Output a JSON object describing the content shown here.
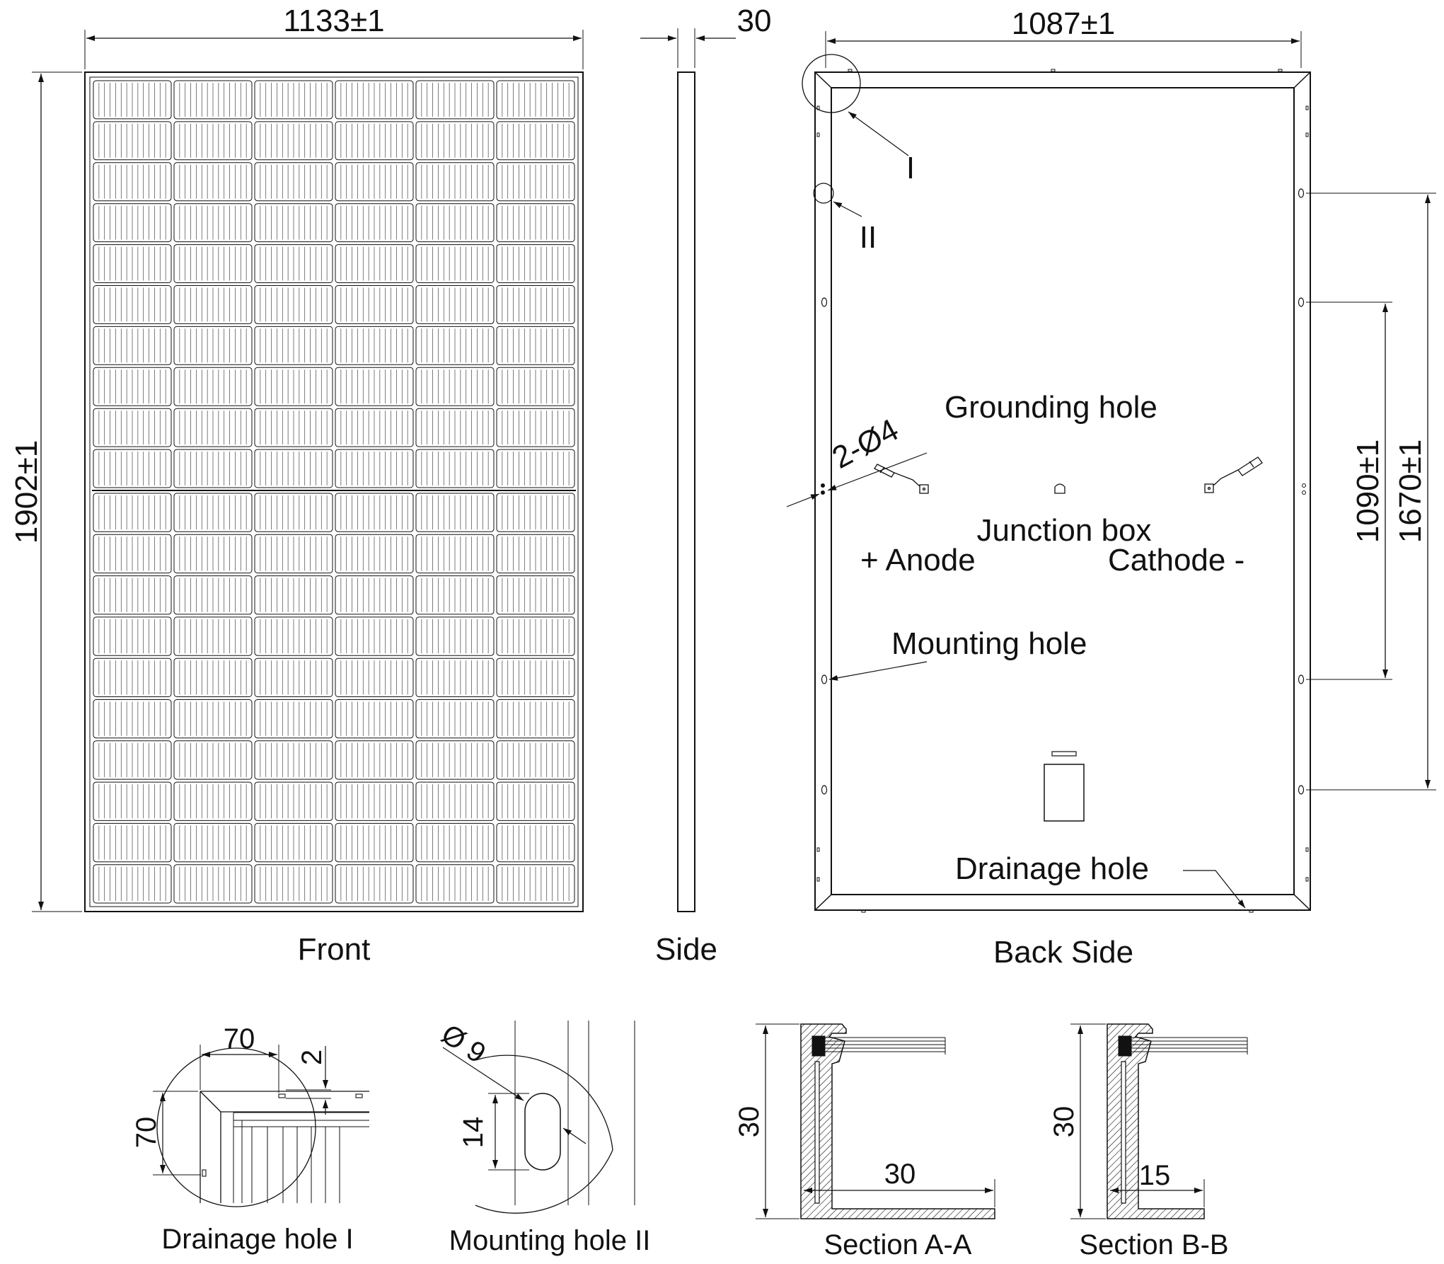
{
  "views": {
    "front": "Front",
    "side": "Side",
    "back": "Back Side"
  },
  "dimensions": {
    "front_width": "1133±1",
    "front_height": "1902±1",
    "side_thickness": "30",
    "back_width": "1087±1",
    "mount_spacing_inner": "1090±1",
    "mount_spacing_outer": "1670±1"
  },
  "callouts": {
    "detail_1": "I",
    "detail_2": "II",
    "grounding_hole": "Grounding hole",
    "grounding_spec": "2-Ø4",
    "junction_box": "Junction box",
    "anode": "+ Anode",
    "cathode": "Cathode -",
    "mounting_hole": "Mounting hole",
    "drainage_hole": "Drainage hole"
  },
  "details": {
    "drainage": {
      "title": "Drainage hole I",
      "dim_width": "70",
      "dim_gap": "2",
      "dim_height": "70"
    },
    "mounting": {
      "title": "Mounting hole II",
      "dim_diameter": "Ø 9",
      "dim_slot": "14"
    },
    "section_aa": {
      "title": "Section A-A",
      "dim_height": "30",
      "dim_flange": "30"
    },
    "section_bb": {
      "title": "Section B-B",
      "dim_height": "30",
      "dim_flange": "15"
    }
  }
}
